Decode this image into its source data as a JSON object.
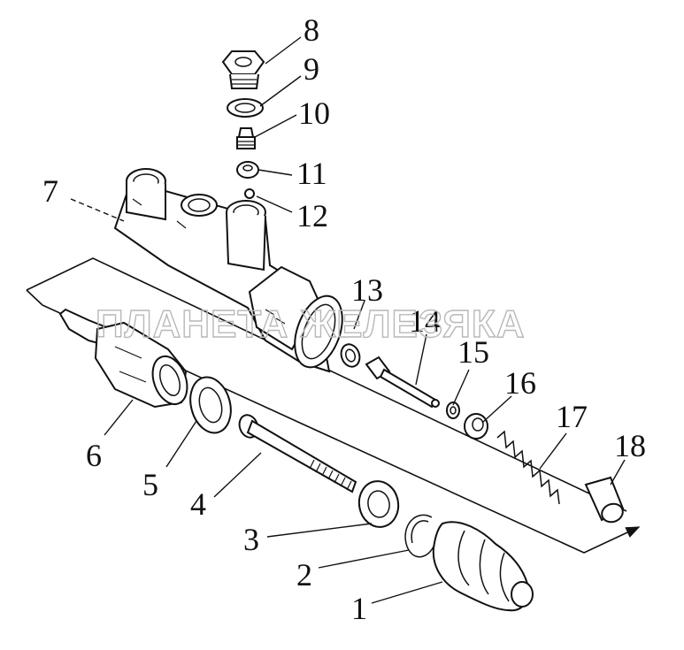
{
  "watermark": "ПЛАНЕТА ЖЕЛЕЗЯКА",
  "callouts": {
    "c1": "1",
    "c2": "2",
    "c3": "3",
    "c4": "4",
    "c5": "5",
    "c6": "6",
    "c7": "7",
    "c8": "8",
    "c9": "9",
    "c10": "10",
    "c11": "11",
    "c12": "12",
    "c13": "13",
    "c14": "14",
    "c15": "15",
    "c16": "16",
    "c17": "17",
    "c18": "18"
  }
}
